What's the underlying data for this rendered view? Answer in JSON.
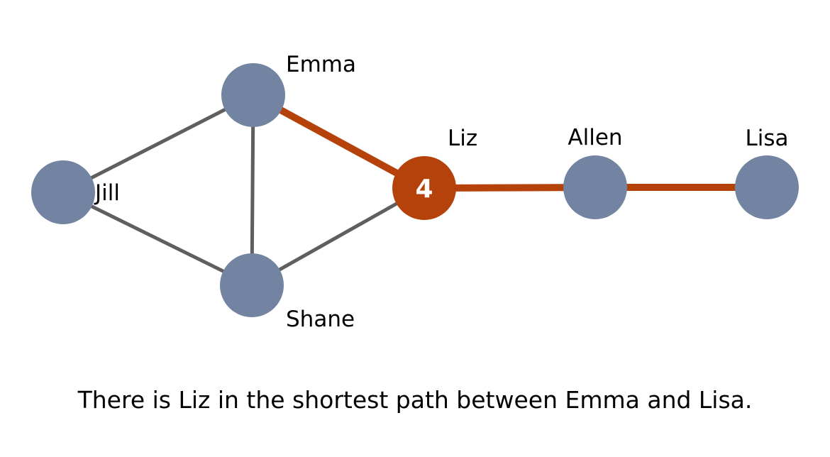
{
  "colors": {
    "node": "#7384A2",
    "highlight_node": "#B5420A",
    "edge": "#605E5E",
    "highlight_edge": "#B5420A"
  },
  "graph": {
    "nodes": [
      {
        "id": "emma",
        "label": "Emma",
        "highlight": false
      },
      {
        "id": "jill",
        "label": "Jill",
        "highlight": false
      },
      {
        "id": "shane",
        "label": "Shane",
        "highlight": false
      },
      {
        "id": "liz",
        "label": "Liz",
        "highlight": true,
        "badge": "4"
      },
      {
        "id": "allen",
        "label": "Allen",
        "highlight": false
      },
      {
        "id": "lisa",
        "label": "Lisa",
        "highlight": false
      }
    ],
    "edges": [
      {
        "from": "jill",
        "to": "emma",
        "highlight": false
      },
      {
        "from": "jill",
        "to": "shane",
        "highlight": false
      },
      {
        "from": "emma",
        "to": "shane",
        "highlight": false
      },
      {
        "from": "shane",
        "to": "liz",
        "highlight": false
      },
      {
        "from": "emma",
        "to": "liz",
        "highlight": true
      },
      {
        "from": "liz",
        "to": "allen",
        "highlight": true
      },
      {
        "from": "allen",
        "to": "lisa",
        "highlight": true
      }
    ]
  },
  "caption": "There is Liz in the shortest path between Emma and Lisa."
}
